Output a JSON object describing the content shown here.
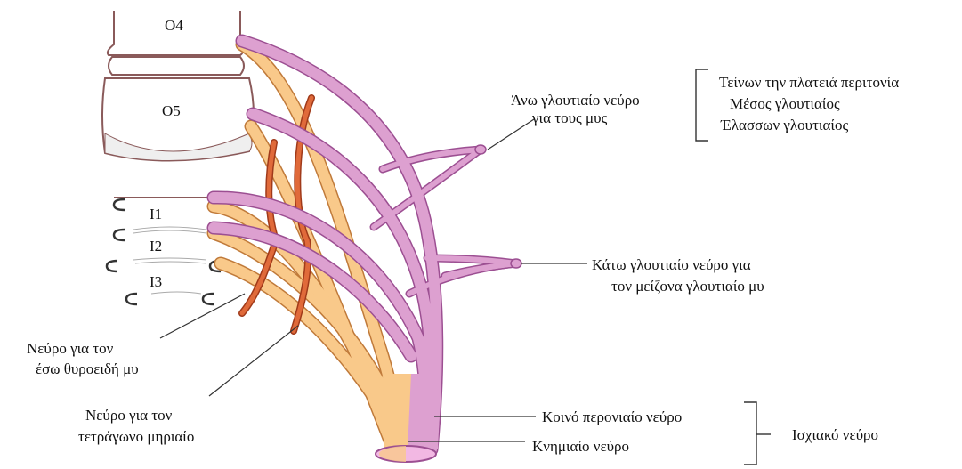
{
  "vertebrae": {
    "l4": "Ο4",
    "l5": "Ο5",
    "s1": "Ι1",
    "s2": "Ι2",
    "s3": "Ι3"
  },
  "labels": {
    "superior_gluteal_line1": "Άνω γλουτιαίο νεύρο",
    "superior_gluteal_line2": "για τους μυς",
    "muscle1": "Τείνων την πλατειά περιτονία",
    "muscle2": "Μέσος γλουτιαίος",
    "muscle3": "Έλασσων γλουτιαίος",
    "inferior_gluteal_line1": "Κάτω γλουτιαίο νεύρο για",
    "inferior_gluteal_line2": "τον μείζονα γλουτιαίο μυ",
    "obturator_line1": "Νεύρο για τον",
    "obturator_line2": "έσω θυροειδή μυ",
    "quadratus_line1": "Νεύρο για τον",
    "quadratus_line2": "τετράγωνο μηριαίο",
    "common_peroneal": "Κοινό περονιαίο νεύρο",
    "tibial": "Κνημιαίο νεύρο",
    "sciatic": "Ισχιακό  νεύρο"
  },
  "colors": {
    "pink_nerve": "#DDA0D0",
    "pink_outline": "#9C4F92",
    "orange_nerve": "#F9C98A",
    "orange_outline": "#C07A3A",
    "red_nerve": "#E06A3A",
    "bone_outline": "#8A5A5A",
    "leader_line": "#333333"
  }
}
